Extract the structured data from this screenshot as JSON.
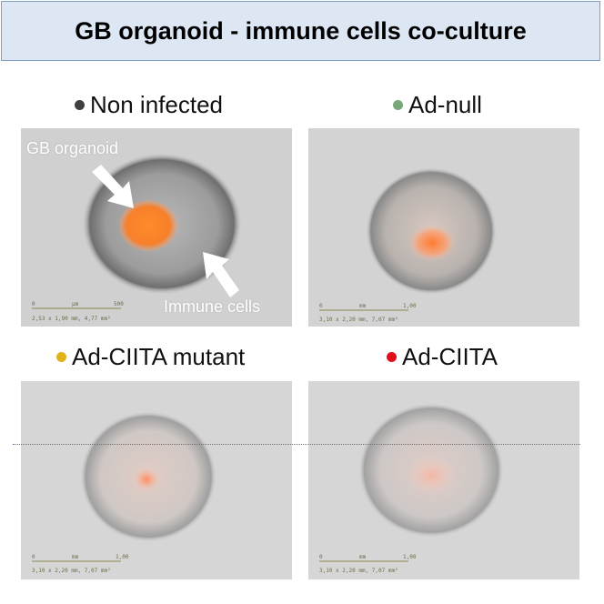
{
  "title": "GB organoid - immune cells co-culture",
  "panels": [
    {
      "label": "Non infected",
      "dot_color": "#3f3f3f",
      "annotations": {
        "organoid": "GB organoid",
        "immune": "Immune cells"
      },
      "scale": {
        "start": "0",
        "unit": "µm",
        "end": "500",
        "info": "2,53 x 1,90 mm, 4,77 mm²"
      }
    },
    {
      "label": "Ad-null",
      "dot_color": "#78a878",
      "scale": {
        "start": "0",
        "unit": "mm",
        "end": "1,00",
        "info": "3,10 x 2,20 mm, 7,07 mm²"
      }
    },
    {
      "label": "Ad-CIITA mutant",
      "dot_color": "#e0b31a",
      "scale": {
        "start": "0",
        "unit": "mm",
        "end": "1,00",
        "info": "3,10 x 2,20 mm, 7,07 mm²"
      }
    },
    {
      "label": "Ad-CIITA",
      "dot_color": "#e0101a",
      "scale": {
        "start": "0",
        "unit": "mm",
        "end": "1,00",
        "info": "3,10 x 2,20 mm, 7,07 mm²"
      }
    }
  ]
}
